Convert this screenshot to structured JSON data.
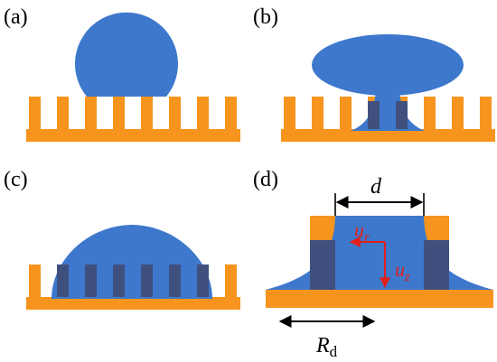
{
  "colors": {
    "substrate": "#F7941D",
    "droplet": "#3D78CC",
    "overlap": "#40507E",
    "arrow_black": "#000000",
    "arrow_red": "#E0201B"
  },
  "panels": {
    "a": {
      "label": "(a)"
    },
    "b": {
      "label": "(b)"
    },
    "c": {
      "label": "(c)"
    },
    "d": {
      "label": "(d)",
      "d_symbol": "d",
      "ur_main": "u",
      "ur_sub": "r",
      "uz_main": "u",
      "uz_sub": "z",
      "Rd_main": "R",
      "Rd_sub": "d"
    }
  }
}
